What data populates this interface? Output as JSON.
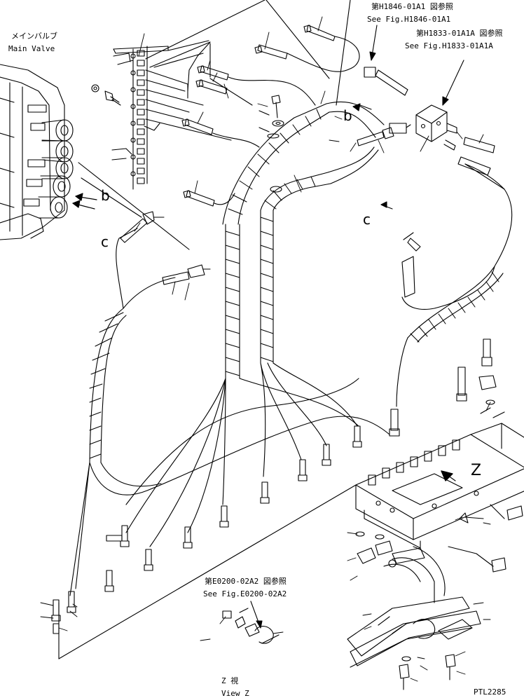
{
  "refs": {
    "h1846_jp": "第H1846-01A1 図参照",
    "h1846_en": "See Fig.H1846-01A1",
    "h1833_jp": "第H1833-01A1A 図参照",
    "h1833_en": "See Fig.H1833-01A1A",
    "e0200_jp": "第E0200-02A2 図参照",
    "e0200_en": "See Fig.E0200-02A2"
  },
  "main_valve": {
    "jp": "メインバルブ",
    "en": "Main Valve"
  },
  "markers": {
    "b": "b",
    "c": "c",
    "z": "Z"
  },
  "view_z": {
    "jp": "Z  視",
    "en": "View Z"
  },
  "drawing_code": "PTL2285",
  "colors": {
    "ink": "#000000",
    "paper": "#ffffff"
  }
}
